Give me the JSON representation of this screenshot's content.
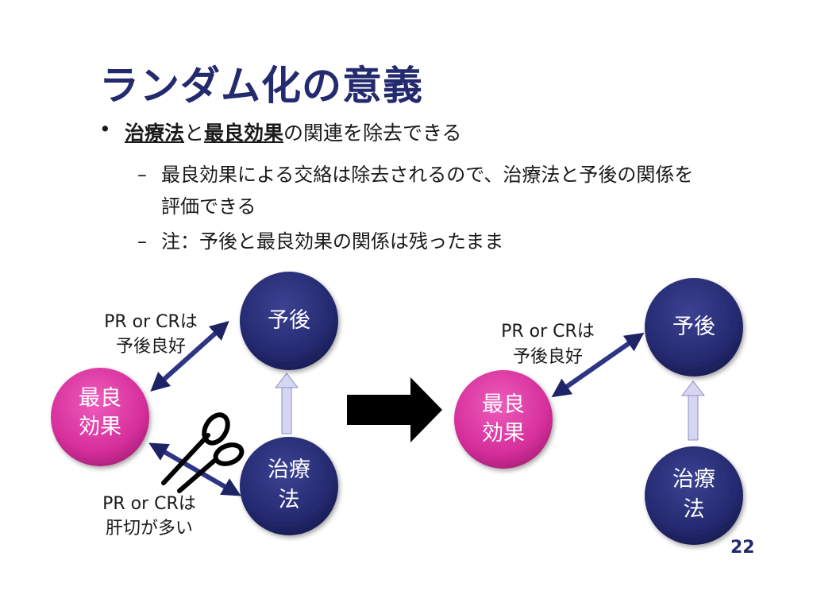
{
  "slide": {
    "title": "ランダム化の意義",
    "page_number": "22"
  },
  "bullets": {
    "main": {
      "marker": "•",
      "part1": "治療法",
      "part2": "と",
      "part3": "最良効果",
      "part4": "の関連を除去できる"
    },
    "sub": [
      {
        "marker": "–",
        "line1": "最良効果による交絡は除去されるので、治療法と予後の関係を",
        "line2": "評価できる"
      },
      {
        "marker": "–",
        "line1": "注：予後と最良効果の関係は残ったまま"
      }
    ]
  },
  "diagram_left": {
    "prognosis": "予後",
    "best_response_l1": "最良",
    "best_response_l2": "効果",
    "treatment_l1": "治療",
    "treatment_l2": "法",
    "note_top_l1": "PR or CRは",
    "note_top_l2": "予後良好",
    "note_bottom_l1": "PR or CRは",
    "note_bottom_l2": "肝切が多い",
    "cut_icon": "scissors-icon"
  },
  "diagram_right": {
    "prognosis": "予後",
    "best_response_l1": "最良",
    "best_response_l2": "効果",
    "treatment_l1": "治療",
    "treatment_l2": "法",
    "note_top_l1": "PR or CRは",
    "note_top_l2": "予後良好"
  },
  "colors": {
    "navy": "#232a6e",
    "magenta": "#d62f9b",
    "arrow_light": "#d6d6f2"
  }
}
